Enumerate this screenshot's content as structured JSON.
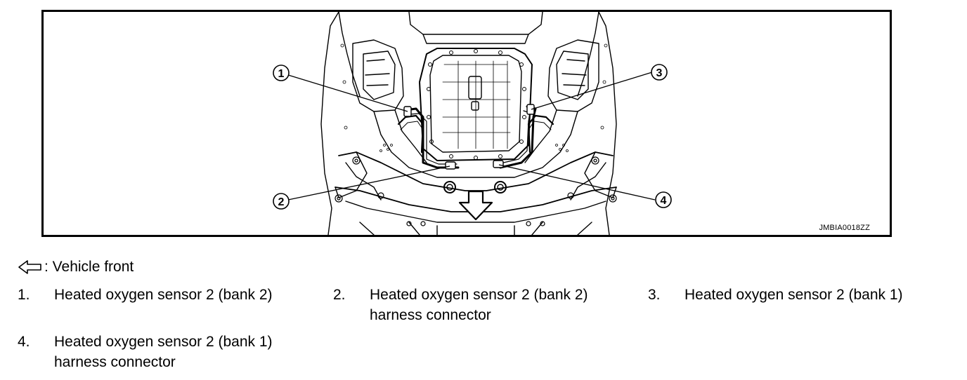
{
  "figure": {
    "code": "JMBIA0018ZZ",
    "callouts": [
      "1",
      "2",
      "3",
      "4"
    ],
    "icons": [
      "arrow-left-outline-icon",
      "arrow-down-outline-icon"
    ]
  },
  "legend": {
    "front_label": ": Vehicle front"
  },
  "items": [
    {
      "num": "1.",
      "text": "Heated oxygen sensor 2 (bank 2)"
    },
    {
      "num": "2.",
      "text": "Heated oxygen sensor 2 (bank 2)\nharness connector"
    },
    {
      "num": "3.",
      "text": "Heated oxygen sensor 2 (bank 1)"
    },
    {
      "num": "4.",
      "text": "Heated oxygen sensor 2 (bank 1)\nharness connector"
    }
  ]
}
